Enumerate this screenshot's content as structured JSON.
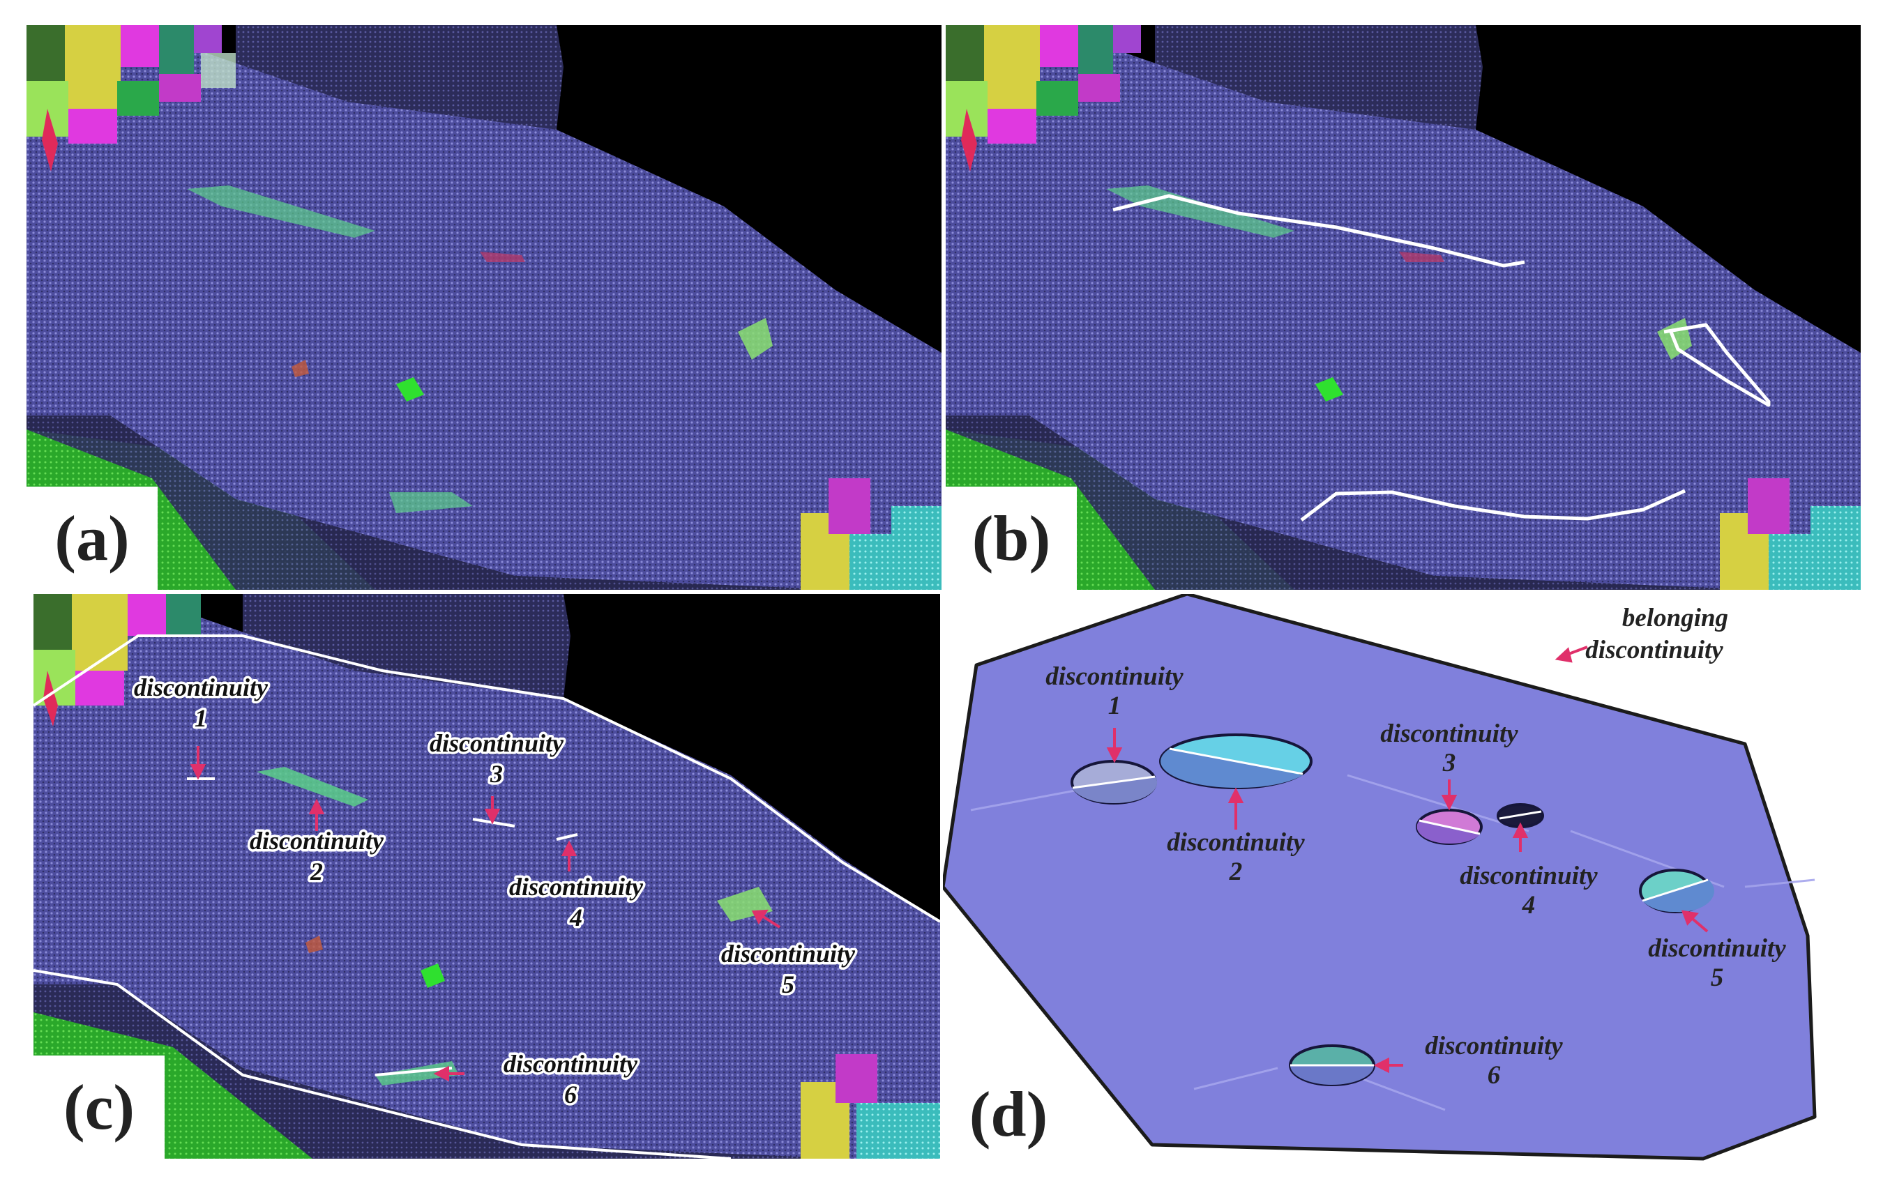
{
  "panels": {
    "a": {
      "label": "(a)"
    },
    "b": {
      "label": "(b)"
    },
    "c": {
      "label": "(c)",
      "annotations": [
        {
          "word": "discontinuity",
          "num": "1"
        },
        {
          "word": "discontinuity",
          "num": "2"
        },
        {
          "word": "discontinuity",
          "num": "3"
        },
        {
          "word": "discontinuity",
          "num": "4"
        },
        {
          "word": "discontinuity",
          "num": "5"
        },
        {
          "word": "discontinuity",
          "num": "6"
        }
      ]
    },
    "d": {
      "label": "(d)",
      "belonging": {
        "line1": "belonging",
        "line2": "discontinuity"
      },
      "annotations": [
        {
          "word": "discontinuity",
          "num": "1"
        },
        {
          "word": "discontinuity",
          "num": "2"
        },
        {
          "word": "discontinuity",
          "num": "3"
        },
        {
          "word": "discontinuity",
          "num": "4"
        },
        {
          "word": "discontinuity",
          "num": "5"
        },
        {
          "word": "discontinuity",
          "num": "6"
        }
      ]
    }
  },
  "colors": {
    "rock": "#4d4d9e",
    "rock_dark": "#34346f",
    "background": "#000000",
    "grass": "#2fae2f",
    "arrow": "#e0306a",
    "plane": "#8080dc",
    "trace": "#ffffff"
  }
}
